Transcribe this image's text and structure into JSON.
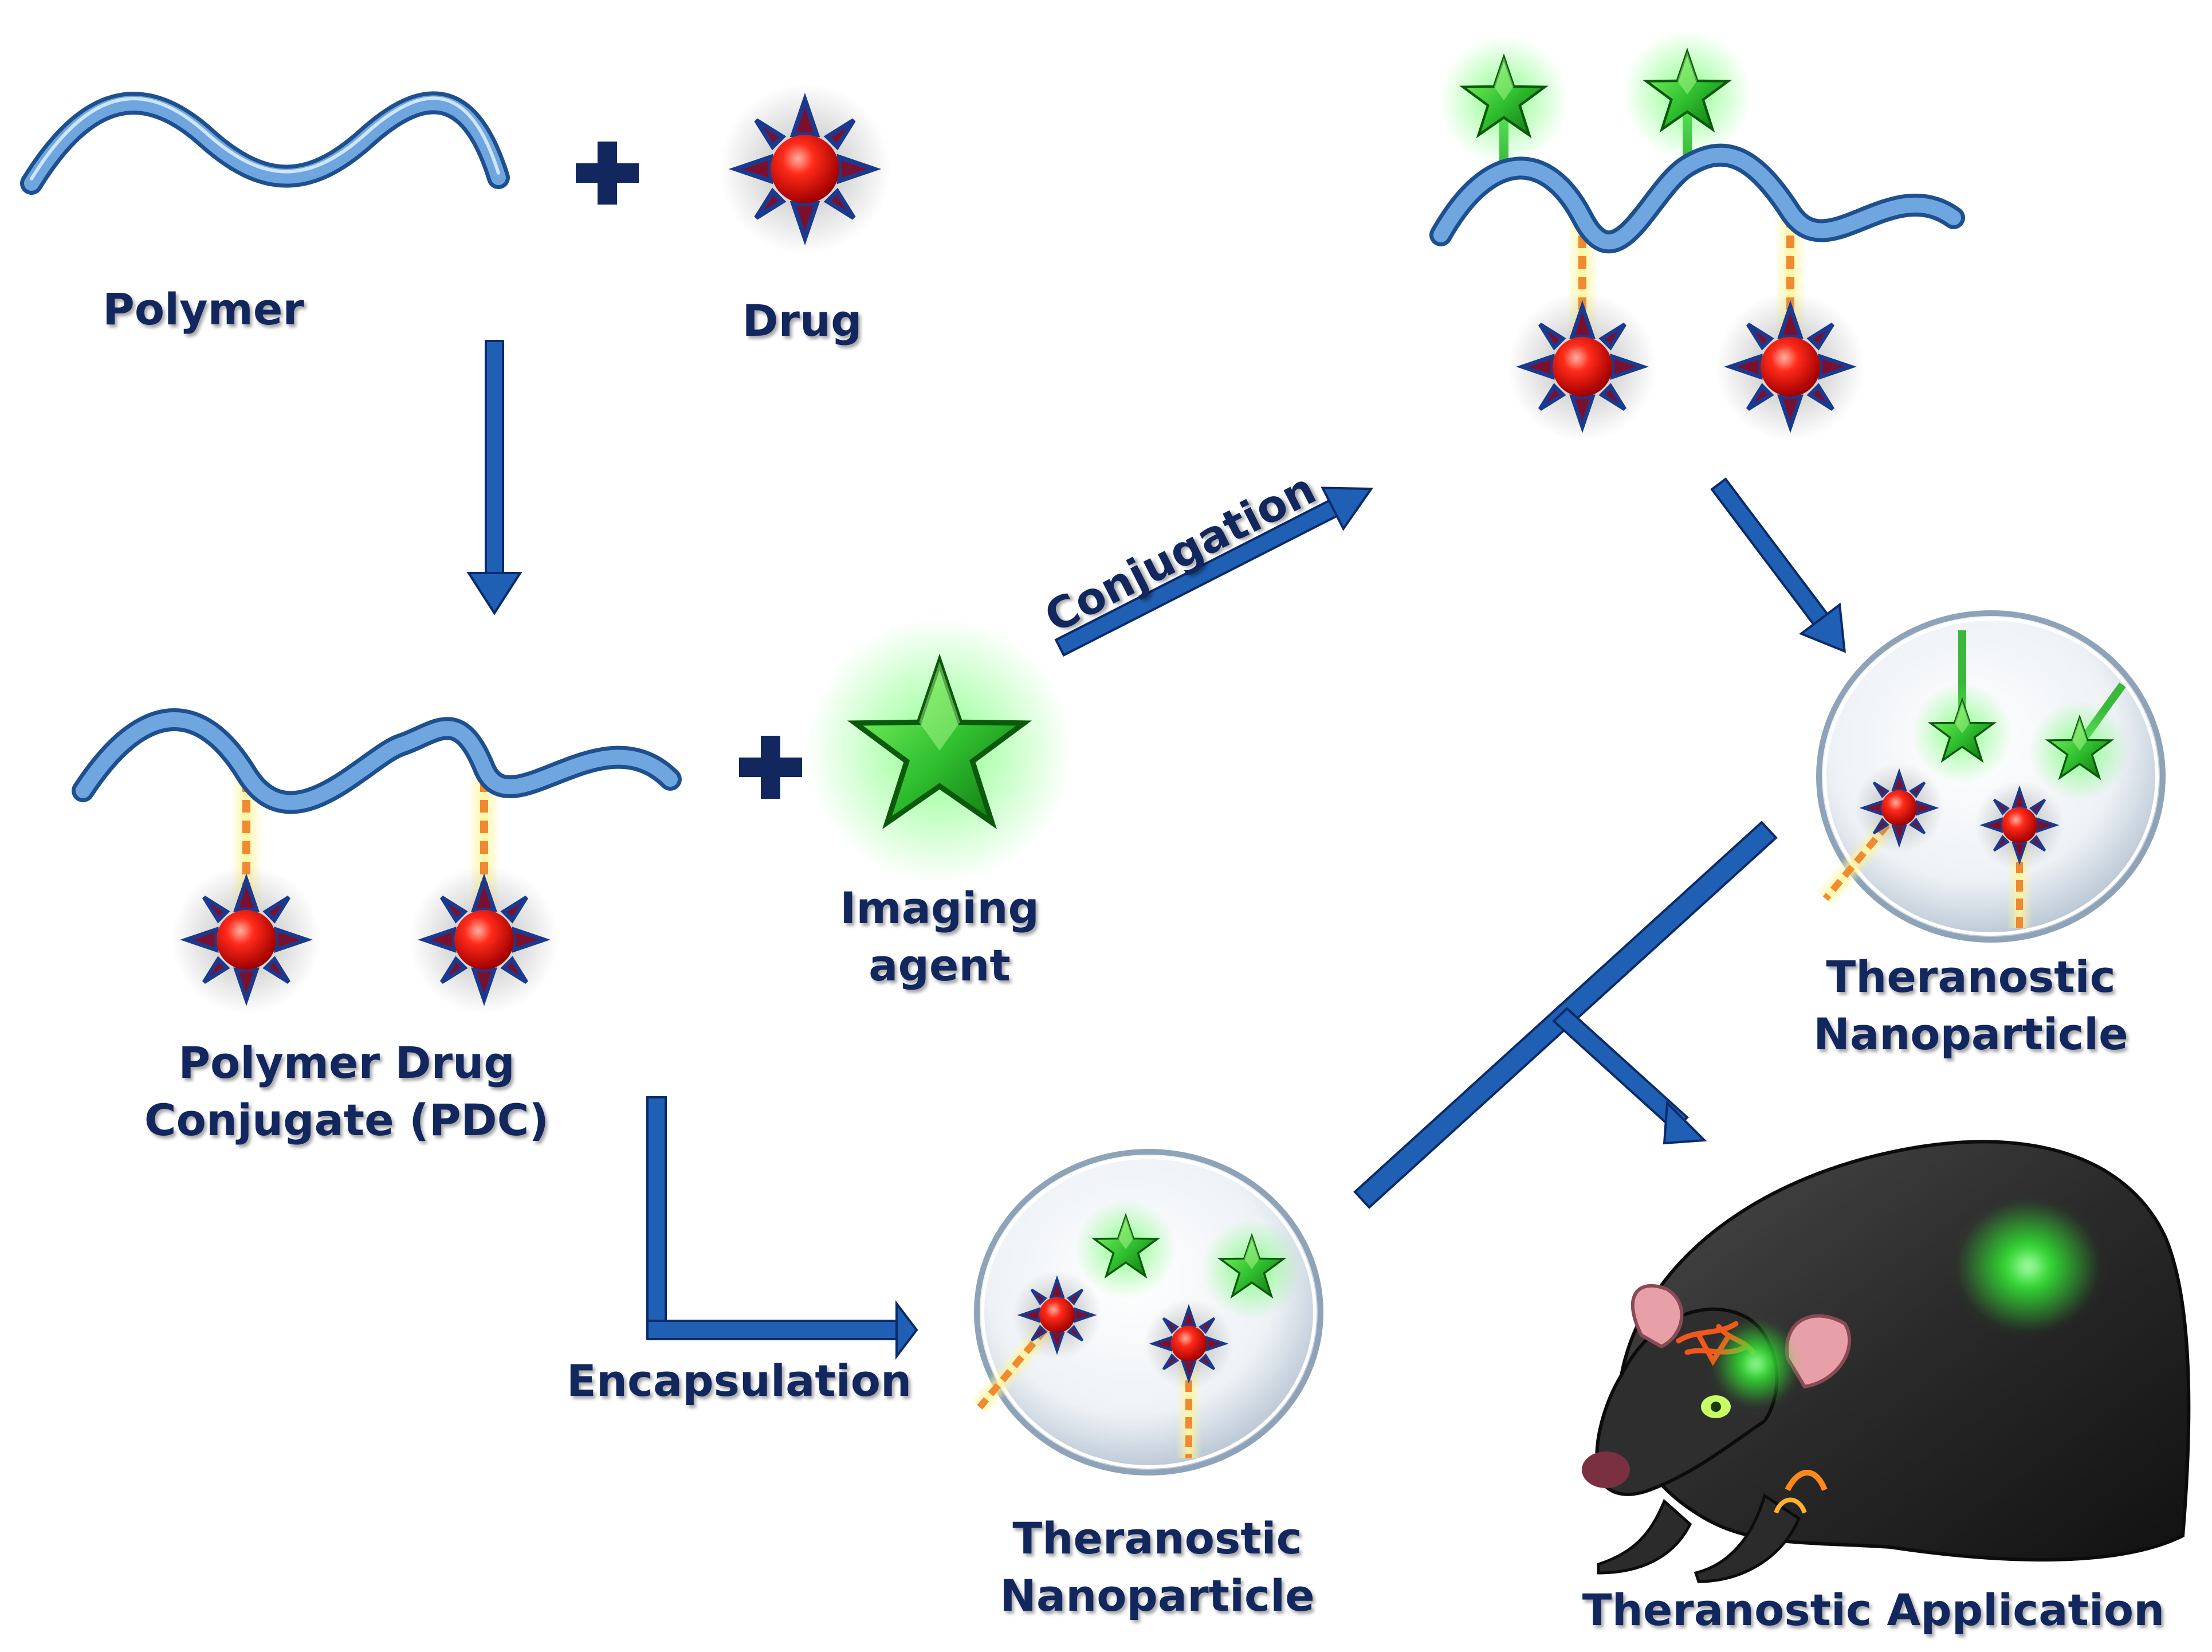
{
  "labels": {
    "polymer": "Polymer",
    "drug": "Drug",
    "pdc_line1": "Polymer Drug",
    "pdc_line2": "Conjugate (PDC)",
    "imaging_line1": "Imaging",
    "imaging_line2": "agent",
    "conjugation": "Conjugation",
    "encapsulation": "Encapsulation",
    "np_encap_line1": "Theranostic",
    "np_encap_line2": "Nanoparticle",
    "np_conj_line1": "Theranostic",
    "np_conj_line2": "Nanoparticle",
    "application": "Theranostic Application"
  },
  "colors": {
    "text": "#12275e",
    "arrow": "#1f5fb4",
    "polymer": "#5b93d0",
    "drug": "#ff1a1a",
    "drug_spikes": "#1a3a8f",
    "imaging_agent": "#3ad43a",
    "linker": "#f08a30"
  }
}
